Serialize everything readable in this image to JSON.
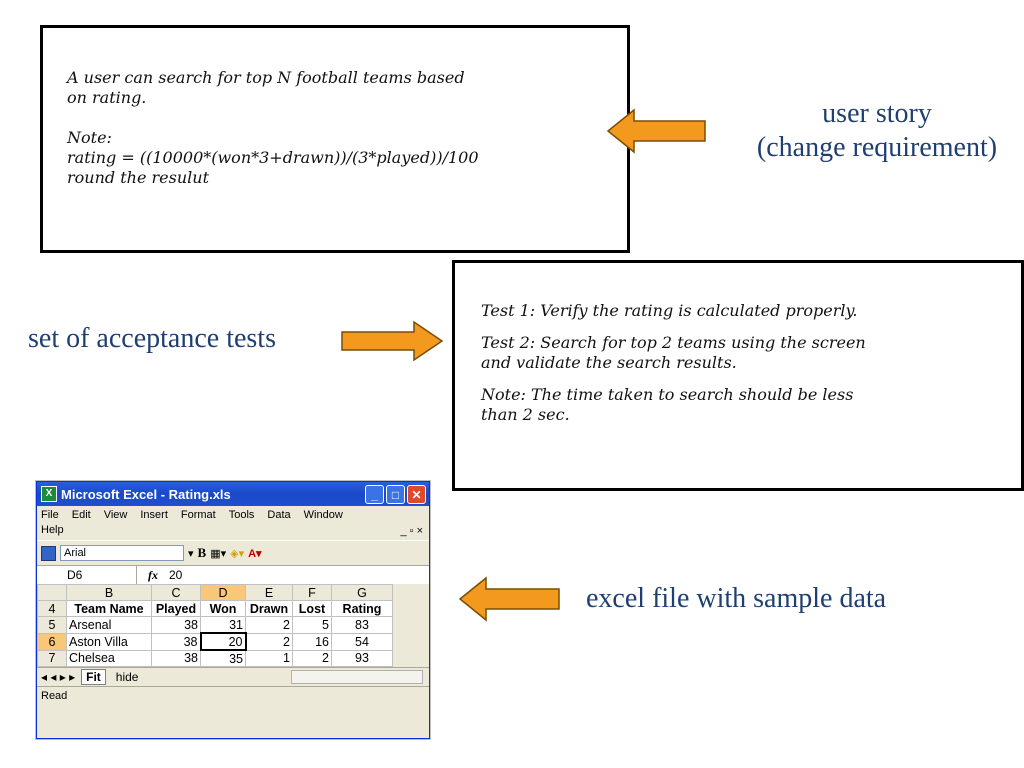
{
  "user_story_box": {
    "line1": "A user can search for top N football teams based",
    "line2": "on rating.",
    "note_label": "Note:",
    "formula": "rating = ((10000*(won*3+drawn))/(3*played))/100",
    "round": "round the resulut"
  },
  "user_story_label": {
    "line1": "user story",
    "line2": "(change requirement)"
  },
  "tests_box": {
    "test1": "Test 1: Verify the rating is calculated properly.",
    "test2_line1": "Test 2: Search for top 2 teams using the screen",
    "test2_line2": "and validate the search results.",
    "note_line1": "Note: The time taken to search should be less",
    "note_line2": "than 2 sec."
  },
  "tests_label": "set of acceptance tests",
  "excel_label": "excel file with sample data",
  "colors": {
    "arrow_fill": "#f39a1e",
    "arrow_stroke": "#7a4d00",
    "label_text": "#1f3f72"
  },
  "excel": {
    "title": "Microsoft Excel - Rating.xls",
    "menu": [
      "File",
      "Edit",
      "View",
      "Insert",
      "Format",
      "Tools",
      "Data",
      "Window"
    ],
    "menu_help": "Help",
    "font_name": "Arial",
    "bold_label": "B",
    "name_box": "D6",
    "fx": "fx",
    "formula_value": "20",
    "columns": [
      "B",
      "C",
      "D",
      "E",
      "F",
      "G"
    ],
    "header_row": {
      "num": "4",
      "cells": [
        "Team Name",
        "Played",
        "Won",
        "Drawn",
        "Lost",
        "Rating"
      ]
    },
    "rows": [
      {
        "num": "5",
        "team": "Arsenal",
        "played": "38",
        "won": "31",
        "drawn": "2",
        "lost": "5",
        "rating": "83"
      },
      {
        "num": "6",
        "team": "Aston Villa",
        "played": "38",
        "won": "20",
        "drawn": "2",
        "lost": "16",
        "rating": "54"
      },
      {
        "num": "7",
        "team": "Chelsea",
        "played": "38",
        "won": "35",
        "drawn": "1",
        "lost": "2",
        "rating": "93"
      }
    ],
    "sheet_tabs": [
      "Fit",
      "hide"
    ],
    "status": "Read"
  }
}
